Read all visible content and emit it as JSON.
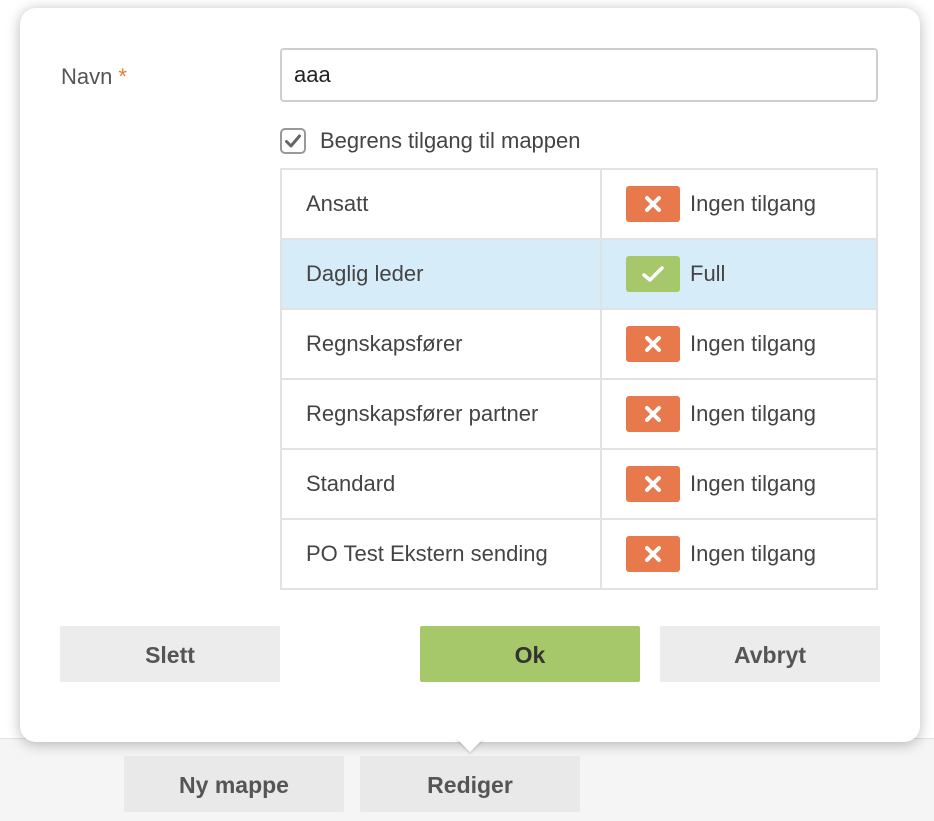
{
  "form": {
    "name_label": "Navn",
    "required_marker": "*",
    "name_value": "aaa",
    "restrict_label": "Begrens tilgang til mappen",
    "restrict_checked": true
  },
  "permissions": [
    {
      "role": "Ansatt",
      "access": "Ingen tilgang",
      "level": "none",
      "icon": "x-icon"
    },
    {
      "role": "Daglig leder",
      "access": "Full",
      "level": "full",
      "icon": "check-icon"
    },
    {
      "role": "Regnskapsfører",
      "access": "Ingen tilgang",
      "level": "none",
      "icon": "x-icon"
    },
    {
      "role": "Regnskapsfører partner",
      "access": "Ingen tilgang",
      "level": "none",
      "icon": "x-icon"
    },
    {
      "role": "Standard",
      "access": "Ingen tilgang",
      "level": "none",
      "icon": "x-icon"
    },
    {
      "role": "PO Test Ekstern sending",
      "access": "Ingen tilgang",
      "level": "none",
      "icon": "x-icon"
    }
  ],
  "selected_row": "Daglig leder",
  "actions": {
    "delete_label": "Slett",
    "ok_label": "Ok",
    "cancel_label": "Avbryt"
  },
  "toolbar": {
    "new_folder_label": "Ny mappe",
    "edit_label": "Rediger"
  },
  "colors": {
    "no_access": "#e8794c",
    "full_access": "#a6c76a",
    "selected_row": "#d6ecf8",
    "required": "#e07b39"
  }
}
